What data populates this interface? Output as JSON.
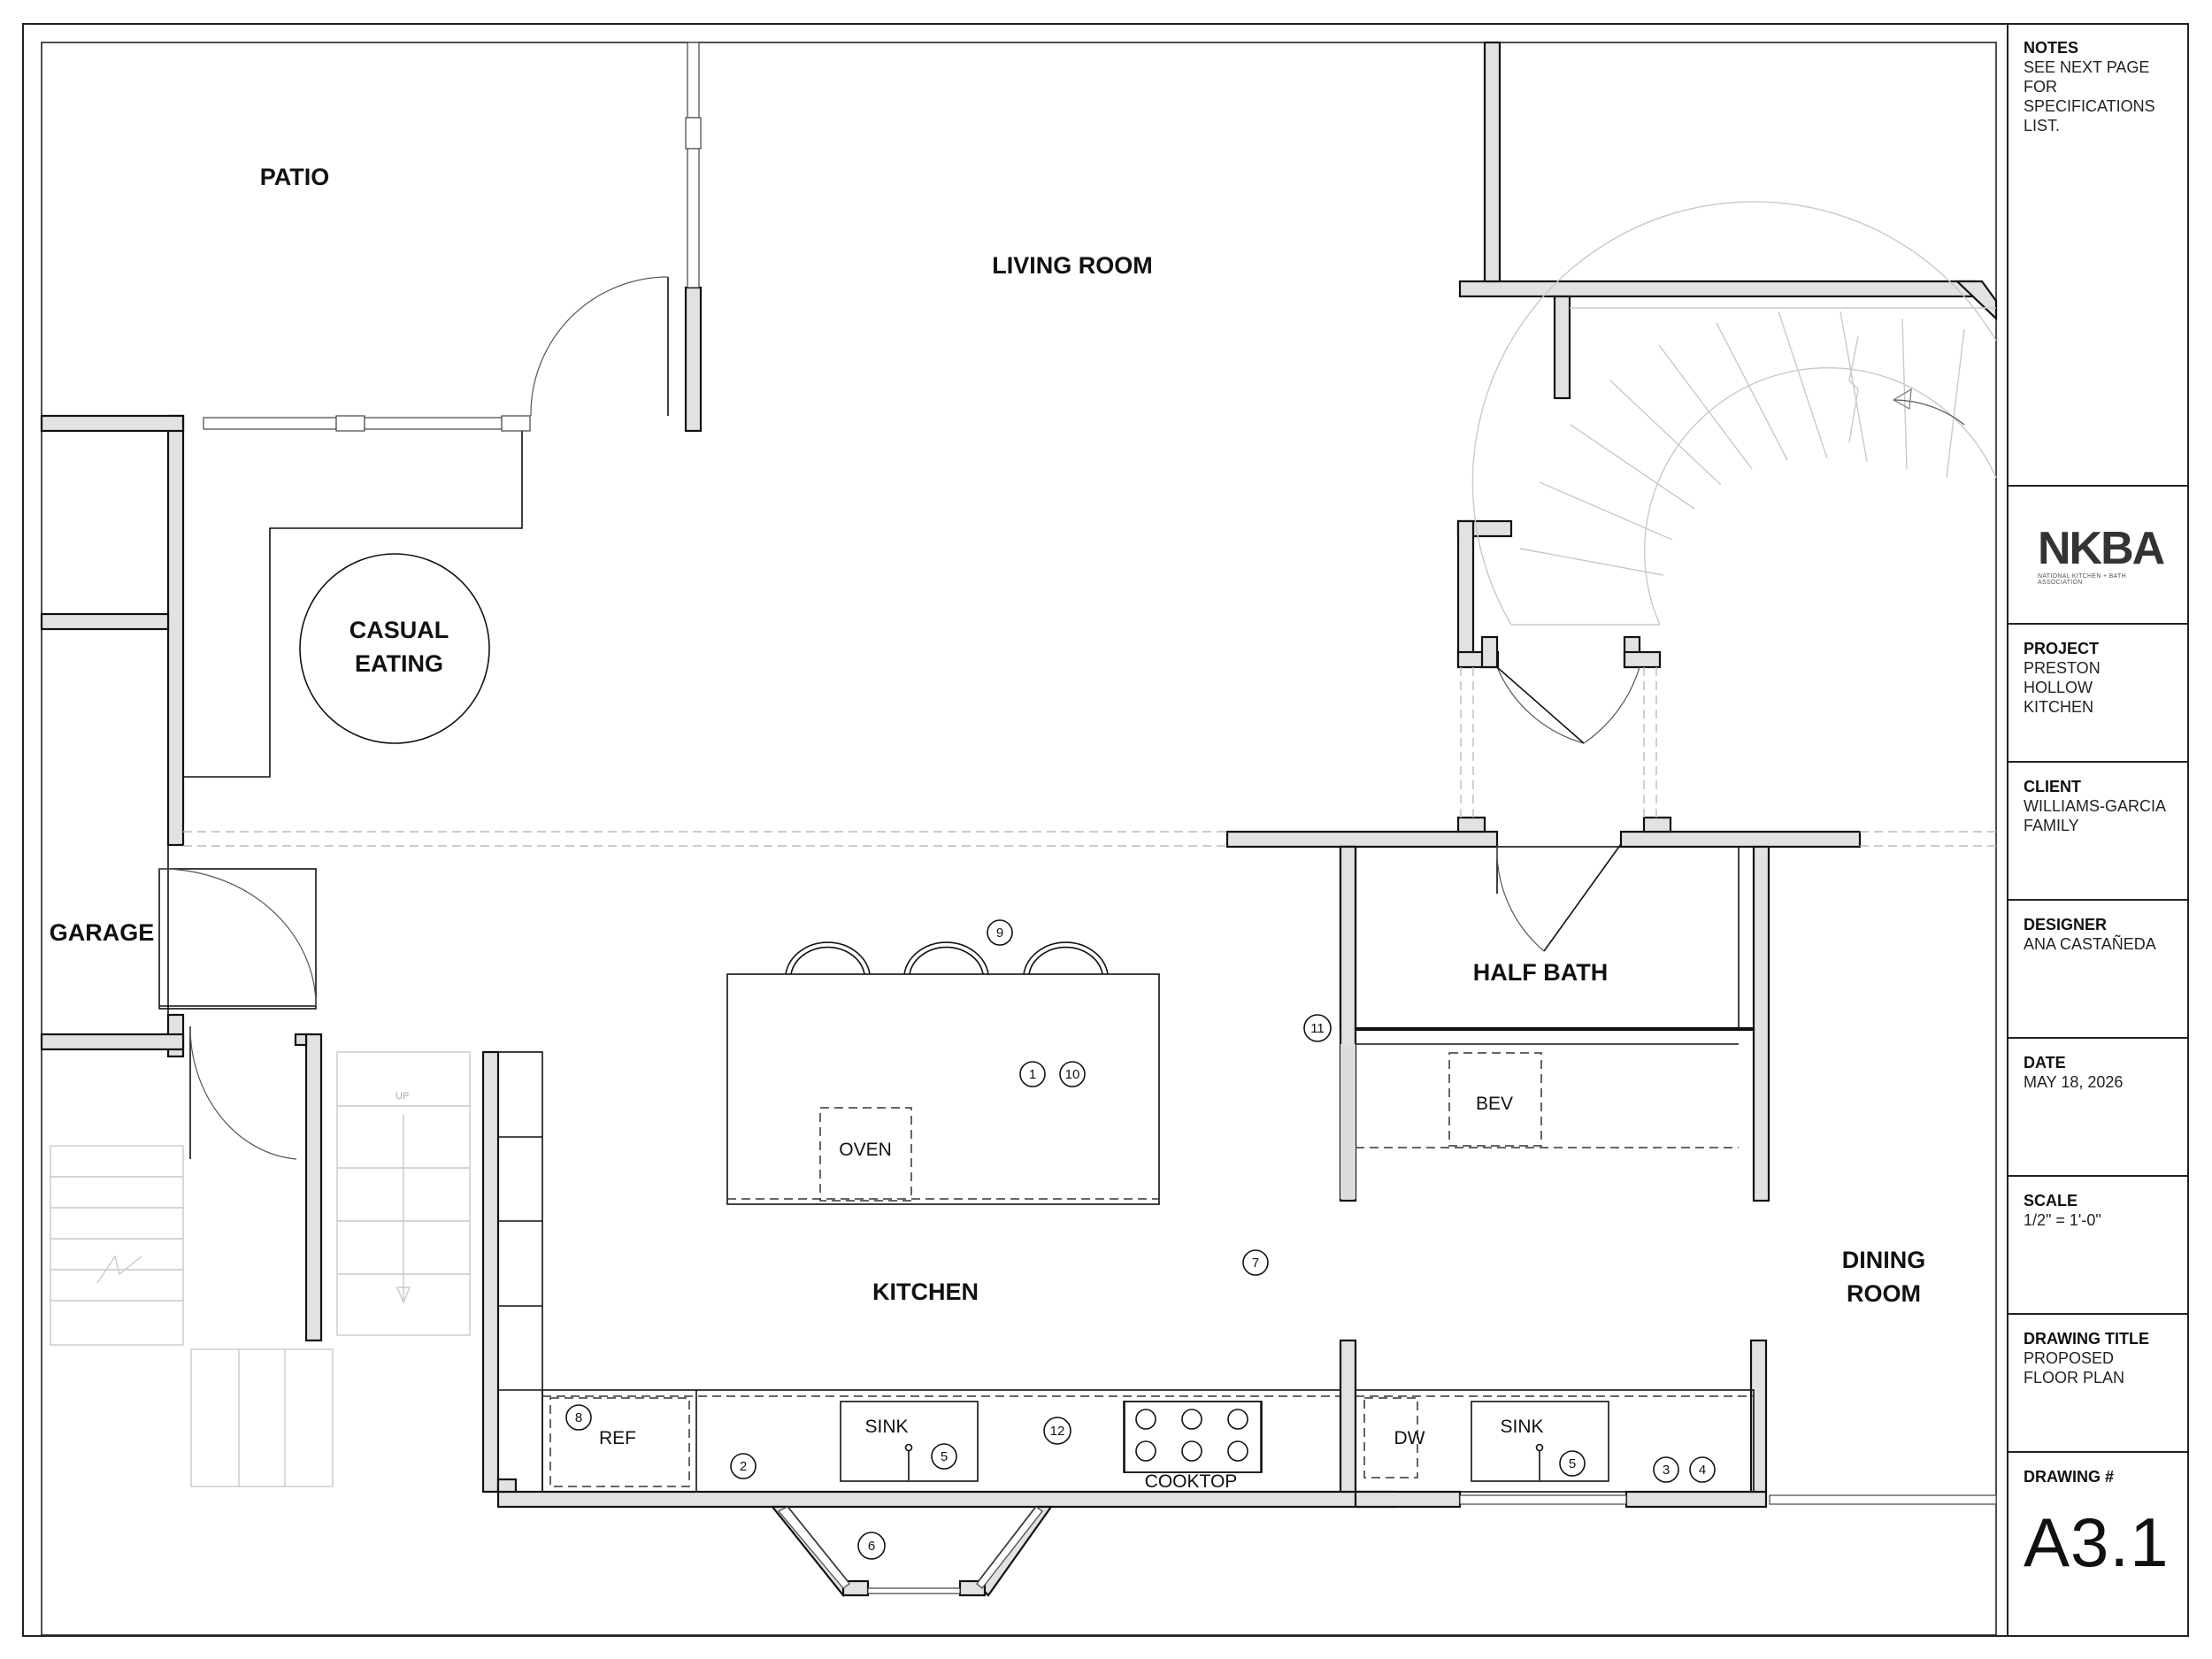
{
  "rooms": {
    "patio": "PATIO",
    "living_room": "LIVING ROOM",
    "casual_eating_1": "CASUAL",
    "casual_eating_2": "EATING",
    "garage": "GARAGE",
    "half_bath": "HALF BATH",
    "kitchen": "KITCHEN",
    "dining_1": "DINING",
    "dining_2": "ROOM"
  },
  "fixtures": {
    "oven": "OVEN",
    "bev": "BEV",
    "ref": "REF",
    "sink_1": "SINK",
    "sink_2": "SINK",
    "cooktop": "COOKTOP",
    "dw": "DW",
    "stair_up": "UP"
  },
  "tags": {
    "t1": "1",
    "t2": "2",
    "t3": "3",
    "t4": "4",
    "t5a": "5",
    "t5b": "5",
    "t6": "6",
    "t7": "7",
    "t8": "8",
    "t9": "9",
    "t10": "10",
    "t11": "11",
    "t12": "12"
  },
  "title_block": {
    "notes_label": "NOTES",
    "notes_lines": [
      "SEE NEXT PAGE",
      "FOR",
      "SPECIFICATIONS",
      "LIST."
    ],
    "logo": "NKBA",
    "logo_sub": "NATIONAL KITCHEN + BATH ASSOCIATION",
    "project_label": "PROJECT",
    "project_lines": [
      "PRESTON",
      "HOLLOW",
      "KITCHEN"
    ],
    "client_label": "CLIENT",
    "client_lines": [
      "WILLIAMS-GARCIA",
      "FAMILY"
    ],
    "designer_label": "DESIGNER",
    "designer_lines": [
      "ANA CASTAÑEDA"
    ],
    "date_label": "DATE",
    "date_lines": [
      "MAY 18, 2026"
    ],
    "scale_label": "SCALE",
    "scale_lines": [
      "1/2\" = 1'-0\""
    ],
    "drawing_title_label": "DRAWING TITLE",
    "drawing_title_lines": [
      "PROPOSED",
      "FLOOR PLAN"
    ],
    "drawing_num_label": "DRAWING #",
    "drawing_num": "A3.1"
  }
}
